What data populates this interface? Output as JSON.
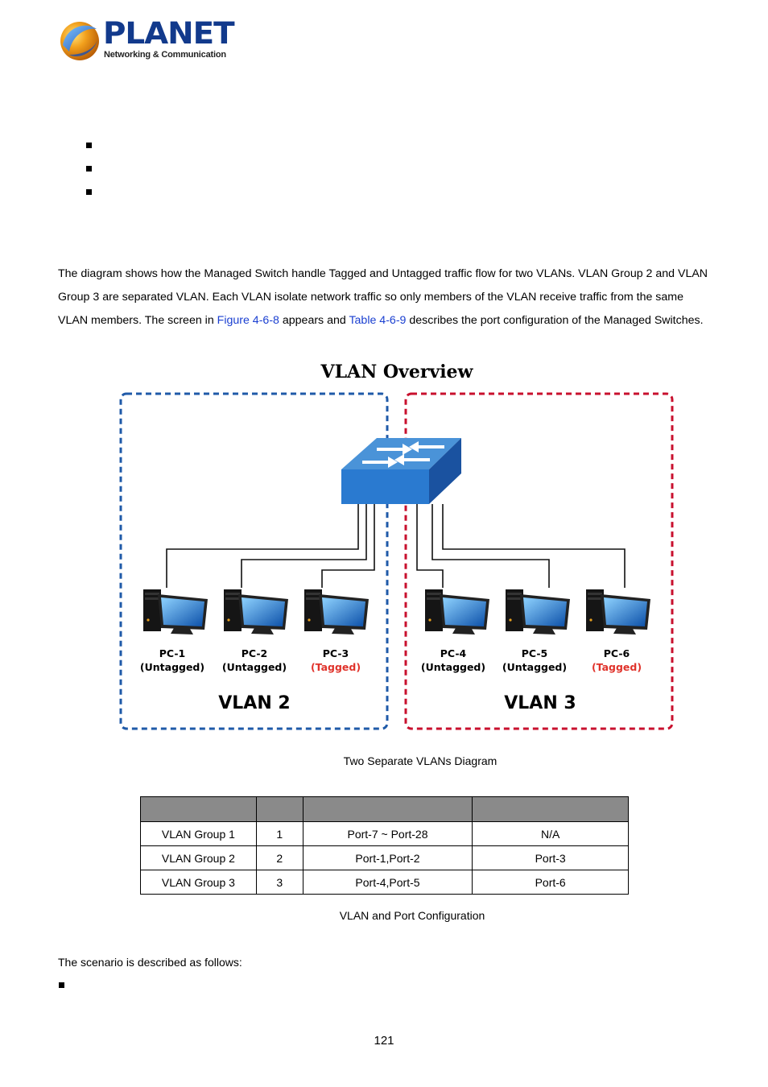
{
  "header": {
    "logo_word": "PLANET",
    "logo_tagline": "Networking & Communication"
  },
  "intro": {
    "text_1": "The diagram shows how the Managed Switch handle Tagged and Untagged traffic flow for two VLANs. VLAN Group 2 and VLAN Group 3 are separated VLAN. Each VLAN isolate network traffic so only members of the VLAN receive traffic from the same VLAN members. The screen in ",
    "link_figure": "Figure 4-6-8",
    "text_2": " appears and ",
    "link_table": "Table 4-6-9",
    "text_3": " describes the port configuration of the Managed Switches."
  },
  "diagram": {
    "title": "VLAN Overview",
    "vlan2_label": "VLAN 2",
    "vlan3_label": "VLAN 3",
    "vlan2_color": "#1f5aa8",
    "vlan3_color": "#c8102e",
    "tagged_color": "#e0332b",
    "pcs": [
      {
        "name": "PC-1",
        "mode": "(Untagged)"
      },
      {
        "name": "PC-2",
        "mode": "(Untagged)"
      },
      {
        "name": "PC-3",
        "mode": "(Tagged)"
      },
      {
        "name": "PC-4",
        "mode": "(Untagged)"
      },
      {
        "name": "PC-5",
        "mode": "(Untagged)"
      },
      {
        "name": "PC-6",
        "mode": "(Tagged)"
      }
    ],
    "caption": "Two Separate VLANs Diagram"
  },
  "table": {
    "rows": [
      [
        "VLAN Group 1",
        "1",
        "Port-7 ~ Port-28",
        "N/A"
      ],
      [
        "VLAN Group 2",
        "2",
        "Port-1,Port-2",
        "Port-3"
      ],
      [
        "VLAN Group 3",
        "3",
        "Port-4,Port-5",
        "Port-6"
      ]
    ],
    "caption": "VLAN and Port Configuration"
  },
  "scenario": {
    "text": "The scenario is described as follows:"
  },
  "footer": {
    "page_number": "121"
  }
}
